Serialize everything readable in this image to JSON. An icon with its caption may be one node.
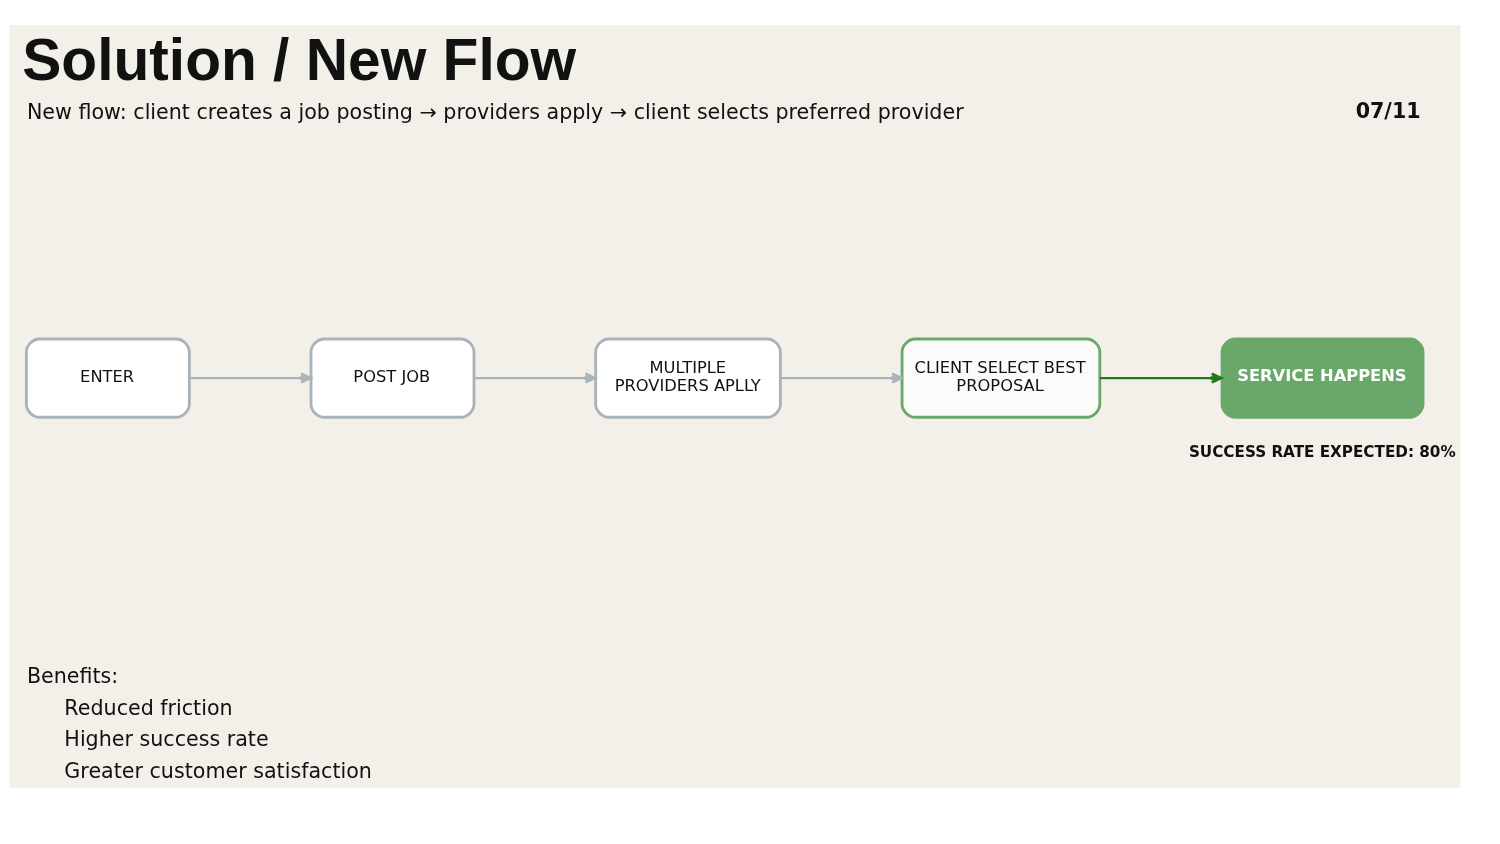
{
  "diagram": {
    "title": "Solution / New Flow",
    "nodes": [
      {
        "text": [
          "ENTER"
        ]
      },
      {
        "text": [
          "POST JOB"
        ]
      },
      {
        "text": [
          "MULTIPLE PROVIDERS APLLY"
        ]
      },
      {
        "text": [
          "CLIENT SELECT BEST PROPOSAL"
        ]
      },
      {
        "text": [
          "SERVICE HAPPENS"
        ],
        "beside": [
          "SUCCESS RATE EXPECTED: 80%"
        ]
      }
    ],
    "edges": [
      {
        "from": 0,
        "to": 1,
        "arrow": "to"
      },
      {
        "from": 1,
        "to": 2,
        "arrow": "to"
      },
      {
        "from": 2,
        "to": 3,
        "arrow": "to"
      },
      {
        "from": 3,
        "to": 4,
        "arrow": "to",
        "color": "#1f7a1f"
      }
    ],
    "labels": [
      "07/11",
      "New flow: client creates a job posting → providers apply → client selects preferred provider",
      "Benefits:",
      "Reduced friction",
      "Higher success rate",
      "Greater customer satisfaction"
    ]
  }
}
